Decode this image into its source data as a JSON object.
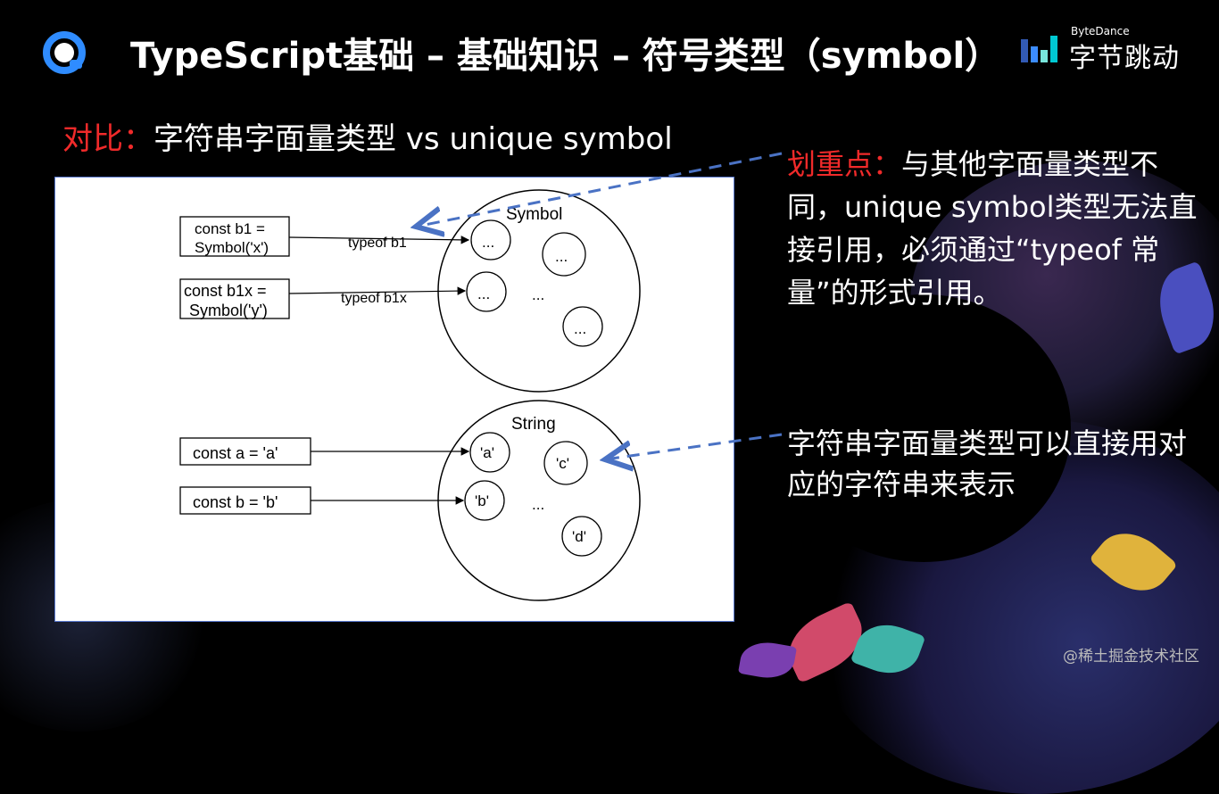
{
  "header": {
    "title": "TypeScript基础 – 基础知识 – 符号类型（symbol）",
    "brand_small": "ByteDance",
    "brand_cn": "字节跳动"
  },
  "subtitle": {
    "prefix": "对比：",
    "text": "字符串字面量类型 vs unique symbol"
  },
  "diagram": {
    "symbol_circle_label": "Symbol",
    "string_circle_label": "String",
    "symbol_decls": [
      {
        "line1": "const b1 =",
        "line2": "Symbol('x')",
        "arrow_label": "typeof b1"
      },
      {
        "line1": "const b1x =",
        "line2": "Symbol('y')",
        "arrow_label": "typeof b1x"
      }
    ],
    "symbol_members": [
      "...",
      "...",
      "...",
      "..."
    ],
    "symbol_ellipsis": "...",
    "string_decls": [
      "const a = 'a'",
      "const b = 'b'"
    ],
    "string_members": [
      "'a'",
      "'c'",
      "'b'",
      "'d'"
    ],
    "string_ellipsis": "..."
  },
  "notes": {
    "note1_prefix": "划重点：",
    "note1_text": "与其他字面量类型不同，unique symbol类型无法直接引用，必须通过“typeof 常量”的形式引用。",
    "note2_text": "字符串字面量类型可以直接用对应的字符串来表示"
  },
  "footer": {
    "watermark": "@稀土掘金技术社区"
  },
  "colors": {
    "accent_red": "#f02a2a",
    "arrow_blue": "#4a72c4",
    "background": "#000000"
  }
}
